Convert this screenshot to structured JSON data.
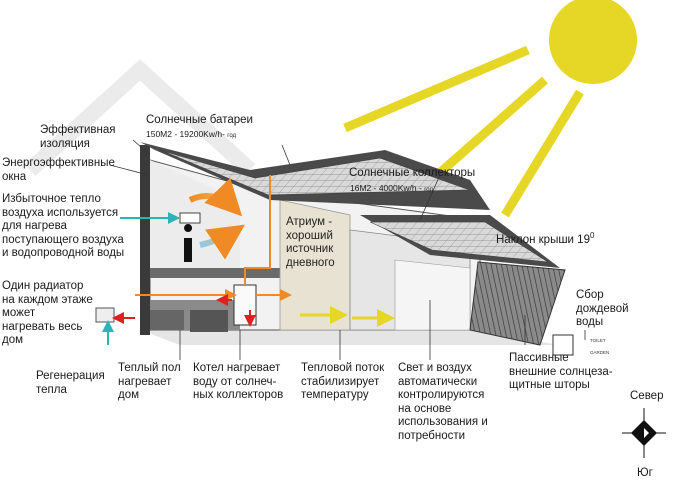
{
  "labels": {
    "insulation": "Эффективная\nизоляция",
    "windows": "Энергоэффективные\nокна",
    "excess_heat": "Избыточное тепло\nвоздуха используется\nдля нагрева\nпоступающего воздуха\nи водопроводной воды",
    "radiator": "Один радиатор\nна каждом этаже\nможет\nнагревать весь\nдом",
    "regeneration": "Регенерация\nтепла",
    "solar_panels": "Солнечные батареи",
    "solar_panels_sub": "150М2 - 19200Kw/h- ",
    "solar_panels_sub_small": "год",
    "collectors": "Солнечные коллекторы",
    "collectors_sub": "16М2 - 4000Kw/h - ",
    "collectors_sub_small": "год",
    "roof_slope": "Наклон крыши 19",
    "roof_slope_deg": "0",
    "atrium": "Атриум -\nхороший\nисточник\nдневного",
    "rain": "Сбор\nдождевой\nводы",
    "warm_floor": "Теплый пол\nнагревает\nдом",
    "boiler": "Котел нагревает\nводу от солнеч-\nных коллекторов",
    "heat_flow": "Тепловой поток\nстабилизирует\nтемпературу",
    "light_air": "Свет и воздух\nавтоматически\nконтролируются\nна основе\nиспользования и\nпотребности",
    "shades": "Пассивные\nвнешние солнцеза-\nщитные шторы",
    "north": "Север",
    "south": "Юг",
    "tank_toilet": "TOILET",
    "tank_garden": "GARDEN"
  },
  "colors": {
    "sun": "#e6d626",
    "hot": "#f08a24",
    "cold": "#3a8fd1",
    "red": "#e02020",
    "teal": "#2bb3b8",
    "yellow": "#e6d626",
    "roof": "#4a4a4a"
  }
}
